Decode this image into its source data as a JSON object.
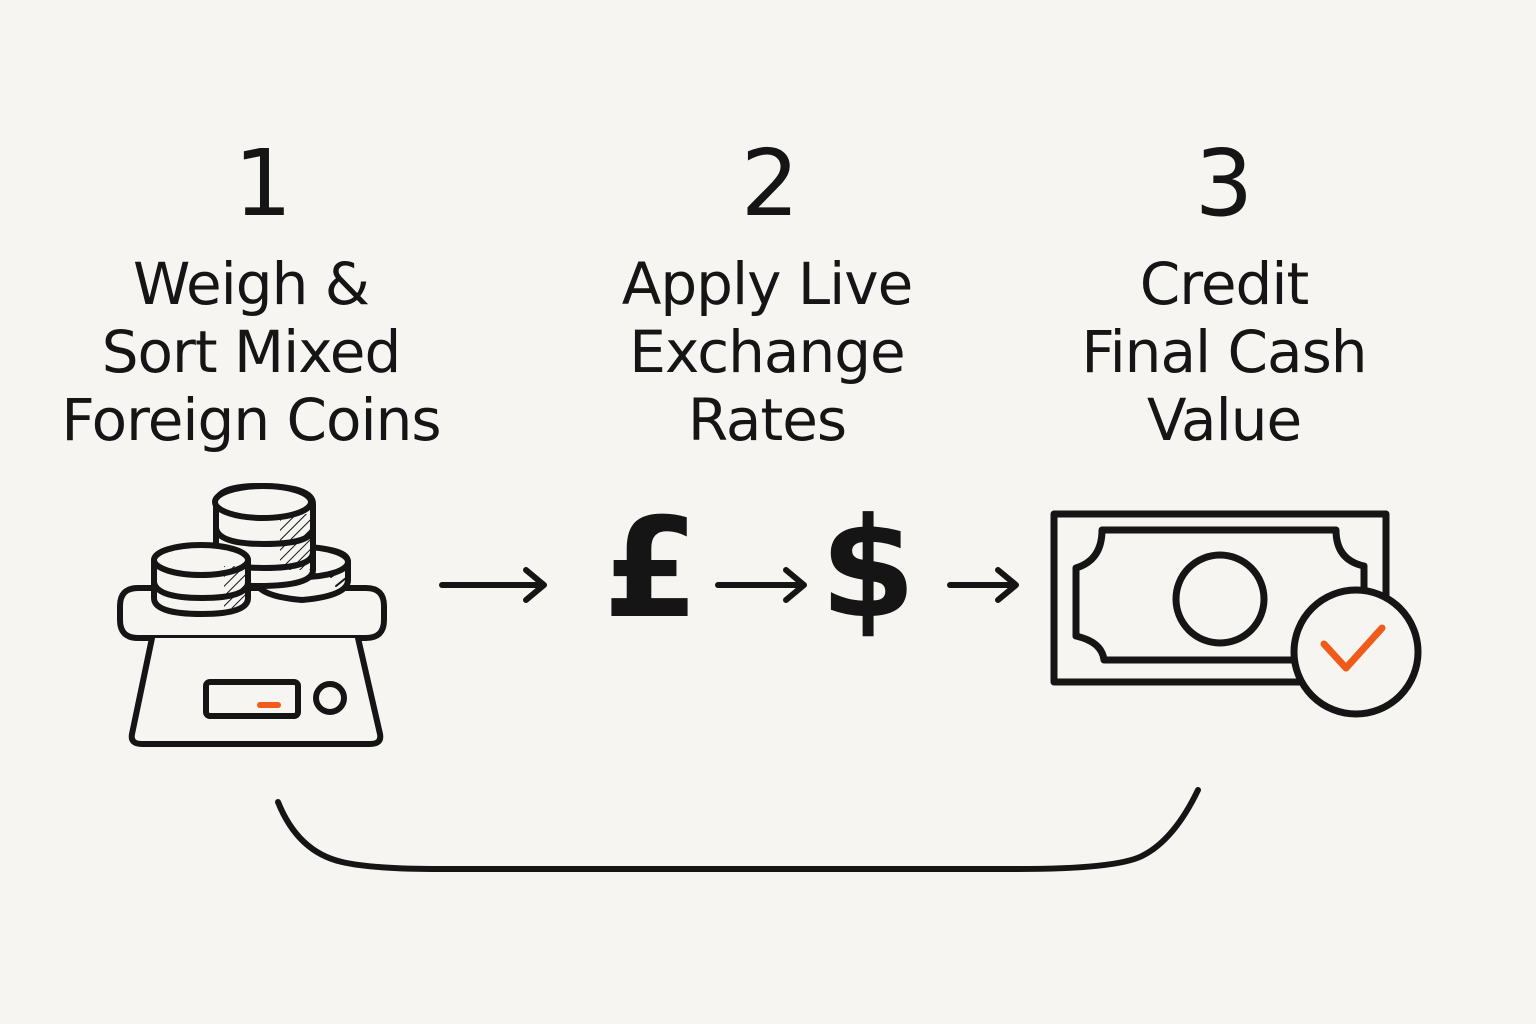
{
  "steps": [
    {
      "number": "1",
      "title_lines": [
        "Weigh &",
        "Sort Mixed",
        "Foreign Coins"
      ],
      "icon": "coin-scale-icon"
    },
    {
      "number": "2",
      "title_lines": [
        "Apply Live",
        "Exchange",
        "Rates"
      ],
      "icon": "currency-exchange-icon",
      "from_symbol": "£",
      "to_symbol": "$"
    },
    {
      "number": "3",
      "title_lines": [
        "Credit",
        "Final Cash",
        "Value"
      ],
      "icon": "banknote-check-icon"
    }
  ],
  "colors": {
    "background": "#f6f5f2",
    "ink": "#151515",
    "accent": "#f05a1a"
  },
  "icons": {
    "flow_arrow": "right-arrow-icon",
    "bottom_connector": "loop-connector-icon"
  }
}
